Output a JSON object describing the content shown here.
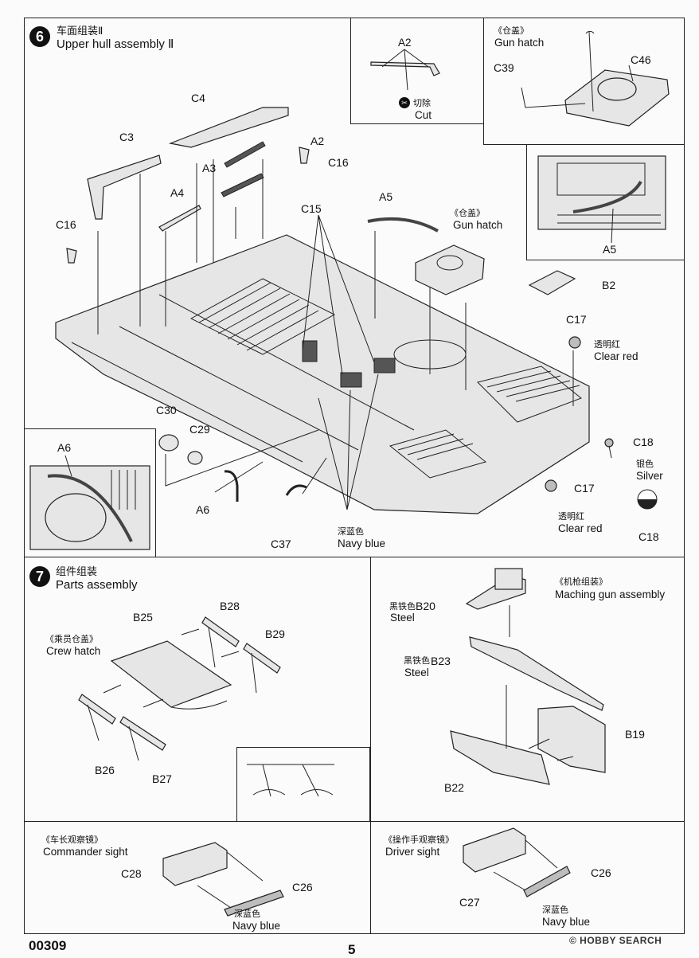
{
  "step6": {
    "number": "6",
    "title_cn": "车面组装Ⅱ",
    "title_en": "Upper hull assembly Ⅱ"
  },
  "inset_a2": {
    "part": "A2",
    "cut_cn": "切除",
    "cut_en": "Cut"
  },
  "inset_gunhatch_top": {
    "title_cn": "《仓盖》",
    "title_en": "Gun hatch",
    "parts": [
      "C39",
      "C46"
    ]
  },
  "inset_a5": {
    "part": "A5"
  },
  "inset_a6": {
    "part": "A6"
  },
  "hull_labels": {
    "C4": "C4",
    "C3": "C3",
    "A2": "A2",
    "A3": "A3",
    "C16a": "C16",
    "C16b": "C16",
    "A4": "A4",
    "C15": "C15",
    "A5": "A5",
    "gun_hatch_cn": "《仓盖》",
    "gun_hatch_en": "Gun hatch",
    "B2": "B2",
    "C17a": "C17",
    "clear_red_cn_a": "透明红",
    "clear_red_en_a": "Clear red",
    "C30": "C30",
    "C29": "C29",
    "A6": "A6",
    "C37": "C37",
    "navy_cn": "深蓝色",
    "navy_en": "Navy blue",
    "C18a": "C18",
    "silver_cn": "银色",
    "silver_en": "Silver",
    "C18b": "C18",
    "C17b": "C17",
    "clear_red_cn_b": "透明红",
    "clear_red_en_b": "Clear red"
  },
  "step7": {
    "number": "7",
    "title_cn": "组件组装",
    "title_en": "Parts assembly"
  },
  "crew_hatch": {
    "title_cn": "《乘员仓盖》",
    "title_en": "Crew hatch",
    "B25": "B25",
    "B28": "B28",
    "B29": "B29",
    "B26": "B26",
    "B27": "B27"
  },
  "machine_gun": {
    "title_cn": "《机枪组装》",
    "title_en": "Maching gun assembly",
    "steel_cn_1": "黑铁色",
    "B20": "B20",
    "steel_en_1": "Steel",
    "steel_cn_2": "黑铁色",
    "B23": "B23",
    "steel_en_2": "Steel",
    "B19": "B19",
    "B22": "B22"
  },
  "commander_sight": {
    "title_cn": "《车长观察镜》",
    "title_en": "Commander sight",
    "C28": "C28",
    "C26": "C26",
    "navy_cn": "深蓝色",
    "navy_en": "Navy blue"
  },
  "driver_sight": {
    "title_cn": "《操作手观察镜》",
    "title_en": "Driver sight",
    "C27": "C27",
    "C26": "C26",
    "navy_cn": "深蓝色",
    "navy_en": "Navy blue"
  },
  "footer": {
    "code": "00309",
    "page": "5",
    "watermark": "© HOBBY SEARCH"
  }
}
